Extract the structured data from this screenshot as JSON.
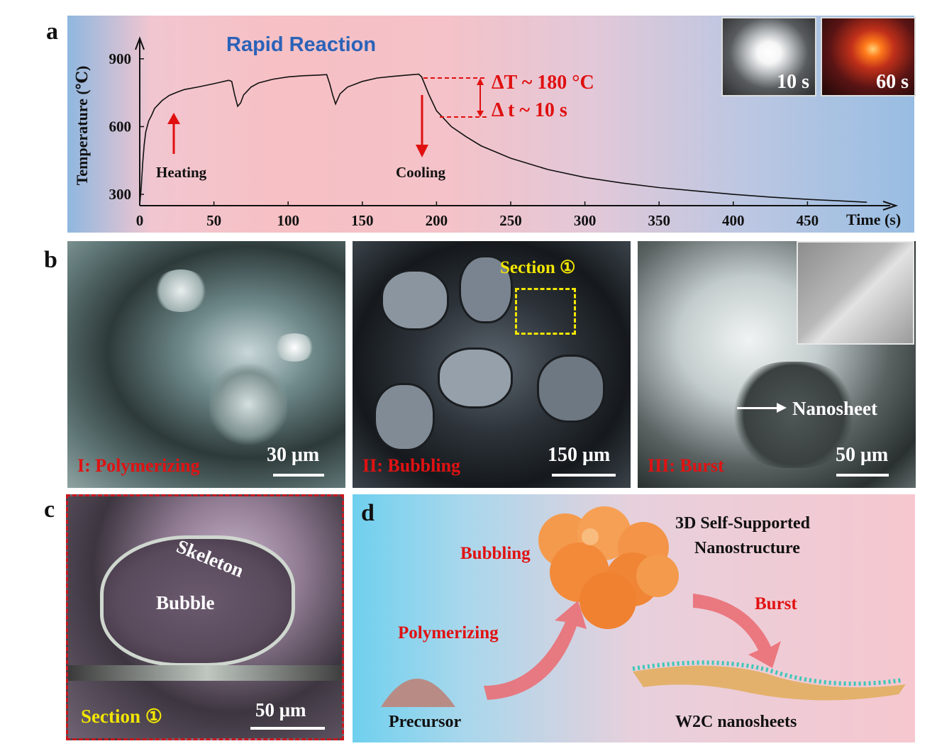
{
  "panel_letters": {
    "a": "a",
    "b": "b",
    "c": "c",
    "d": "d"
  },
  "panel_a": {
    "title": "Rapid Reaction",
    "heating_label": "Heating",
    "cooling_label": "Cooling",
    "delta_T": "ΔT ~ 180 °C",
    "delta_t": "Δ t ~ 10 s",
    "inset_1_label": "10 s",
    "inset_2_label": "60 s",
    "colors": {
      "curve": "#111111",
      "annotation": "#e01010",
      "title": "#2a62b8"
    }
  },
  "chart_data": {
    "type": "line",
    "xlabel": "Time (s)",
    "ylabel": "Temperature (℃)",
    "x_ticks": [
      "0",
      "50",
      "100",
      "150",
      "200",
      "250",
      "300",
      "350",
      "400",
      "450"
    ],
    "y_ticks": [
      "300",
      "600",
      "900"
    ],
    "xlim": [
      -3,
      510
    ],
    "ylim": [
      250,
      1000
    ],
    "series": [
      {
        "x": [
          0,
          1,
          2,
          3,
          4,
          5,
          6,
          8,
          10,
          15,
          20,
          25,
          30,
          40,
          50,
          60,
          62,
          64,
          66,
          68,
          70,
          75,
          80,
          90,
          100,
          110,
          120,
          126,
          128,
          130,
          132,
          135,
          140,
          150,
          160,
          170,
          180,
          188,
          190,
          195,
          200,
          210,
          220,
          230,
          250,
          275,
          300,
          325,
          350,
          375,
          400,
          425,
          450,
          475,
          490
        ],
        "y": [
          255,
          330,
          440,
          520,
          575,
          600,
          625,
          650,
          680,
          715,
          738,
          752,
          764,
          776,
          790,
          805,
          800,
          740,
          690,
          705,
          740,
          775,
          793,
          810,
          820,
          825,
          828,
          830,
          790,
          740,
          700,
          745,
          775,
          800,
          815,
          822,
          828,
          832,
          820,
          740,
          670,
          600,
          555,
          515,
          460,
          410,
          375,
          350,
          330,
          315,
          300,
          288,
          278,
          270,
          265
        ]
      }
    ]
  },
  "panel_b": {
    "img1_label": "I: Polymerizing",
    "img1_scale": "30 μm",
    "img2_label": "II:  Bubbling",
    "img2_scale": "150 μm",
    "img2_section": "Section ①",
    "img3_label": "III:  Burst",
    "img3_scale": "50 μm",
    "img3_nanosheet": "Nanosheet"
  },
  "panel_c": {
    "skeleton": "Skeleton",
    "bubble": "Bubble",
    "section": "Section ①",
    "scale": "50 μm"
  },
  "panel_d": {
    "bubbling": "Bubbling",
    "structure_line1": "3D Self-Supported",
    "structure_line2": "Nanostructure",
    "burst": "Burst",
    "polymerizing": "Polymerizing",
    "precursor": "Precursor",
    "product": "W2C nanosheets"
  }
}
